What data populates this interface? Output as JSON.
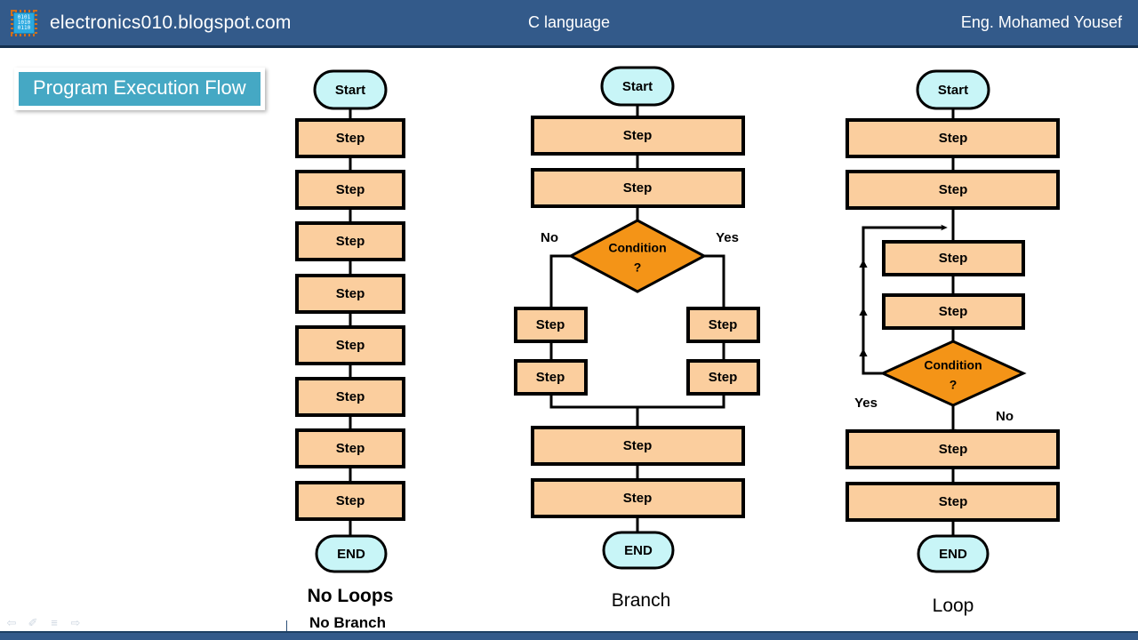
{
  "header": {
    "site": "electronics010.blogspot.com",
    "center_title": "C  language",
    "author": "Eng. Mohamed Yousef",
    "logo_icon": "microchip-icon",
    "logo_bits": [
      "0101",
      "1010",
      "0110"
    ],
    "bg_color": "#335a8a"
  },
  "slide": {
    "title": "Program Execution Flow",
    "title_bg": "#45a8c4"
  },
  "palette": {
    "terminator_fill": "#C8F5F7",
    "step_fill": "#FBCE9E",
    "decision_fill": "#F49417",
    "stroke": "#000000"
  },
  "labels": {
    "start": "Start",
    "end": "END",
    "step": "Step",
    "condition": "Condition",
    "question": "?",
    "yes": "Yes",
    "no": "No"
  },
  "columns": [
    {
      "id": "no-loops",
      "caption_main": "No Loops",
      "caption_sub": "No Branch",
      "start": "Start",
      "steps": [
        "Step",
        "Step",
        "Step",
        "Step",
        "Step",
        "Step",
        "Step",
        "Step"
      ],
      "end": "END"
    },
    {
      "id": "branch",
      "caption_main": "Branch",
      "caption_sub": "",
      "start": "Start",
      "steps_before": [
        "Step",
        "Step"
      ],
      "decision": "Condition",
      "left_label": "No",
      "right_label": "Yes",
      "left_branch_steps": [
        "Step",
        "Step"
      ],
      "right_branch_steps": [
        "Step",
        "Step"
      ],
      "steps_after": [
        "Step",
        "Step"
      ],
      "end": "END"
    },
    {
      "id": "loop",
      "caption_main": "Loop",
      "caption_sub": "",
      "start": "Start",
      "steps_before": [
        "Step",
        "Step"
      ],
      "loop_steps": [
        "Step",
        "Step"
      ],
      "decision": "Condition",
      "loop_back_label": "Yes",
      "exit_label": "No",
      "steps_after": [
        "Step",
        "Step"
      ],
      "end": "END"
    }
  ],
  "mini_toolbar": [
    {
      "icon": "back-arrow-icon",
      "glyph": "⇦"
    },
    {
      "icon": "pen-icon",
      "glyph": "✐"
    },
    {
      "icon": "menu-icon",
      "glyph": "≡"
    },
    {
      "icon": "forward-arrow-icon",
      "glyph": "⇨"
    }
  ]
}
